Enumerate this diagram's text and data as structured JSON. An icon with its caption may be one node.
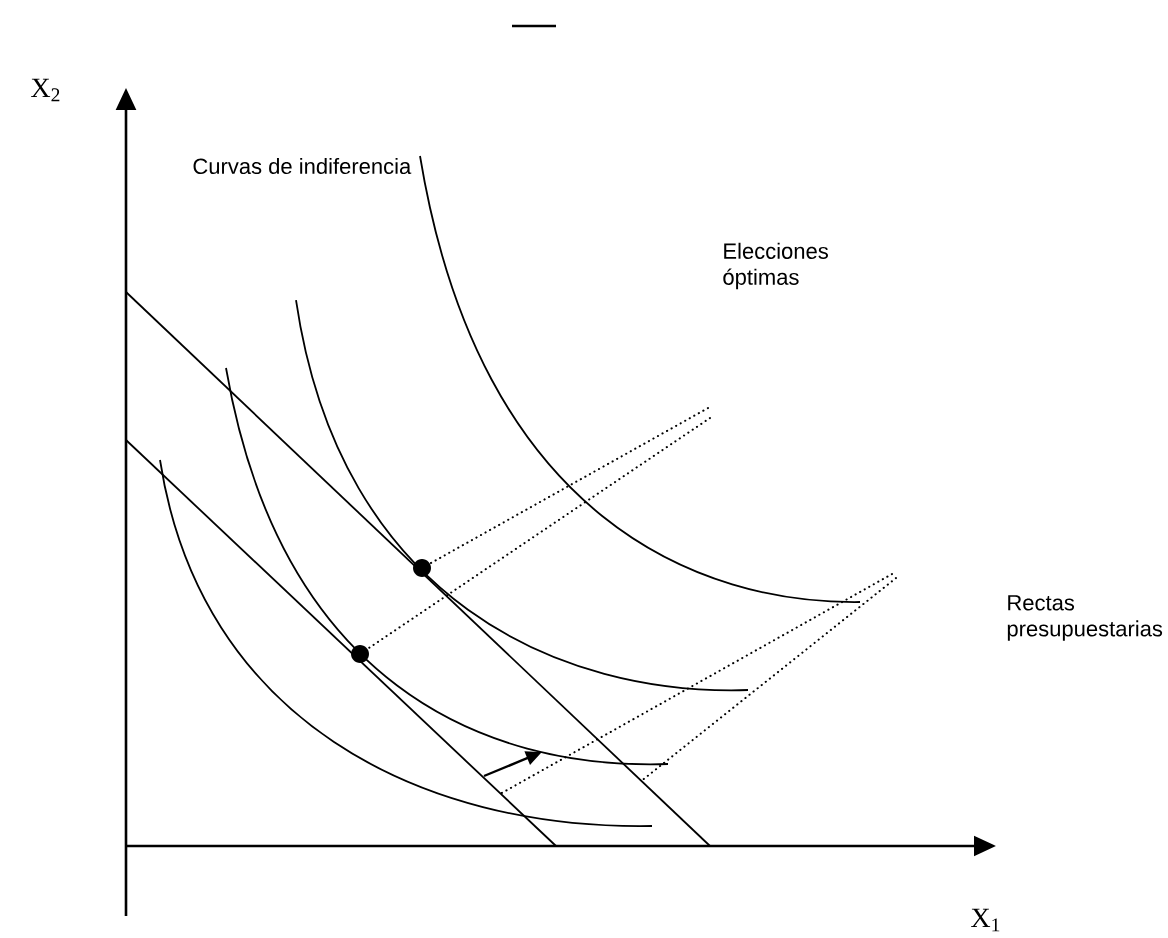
{
  "diagram": {
    "nodes": [
      {
        "text": [
          "Elecciones óptimas"
        ]
      },
      {
        "text": [
          "Rectas presupuestarias"
        ]
      },
      {
        "text": [],
        "shape": "circle"
      },
      {
        "text": [],
        "shape": "circle"
      }
    ],
    "edges": [
      {
        "from": 0,
        "to": 2,
        "arrow": "none"
      },
      {
        "from": 0,
        "to": 3,
        "arrow": "none"
      },
      {
        "from": 1,
        "to": null,
        "arrow": "none"
      },
      {
        "from": 1,
        "to": null,
        "arrow": "none"
      }
    ],
    "labels": [
      "X$_{2}$",
      "Curvas de indiferencia",
      "X$_{1}$"
    ]
  }
}
